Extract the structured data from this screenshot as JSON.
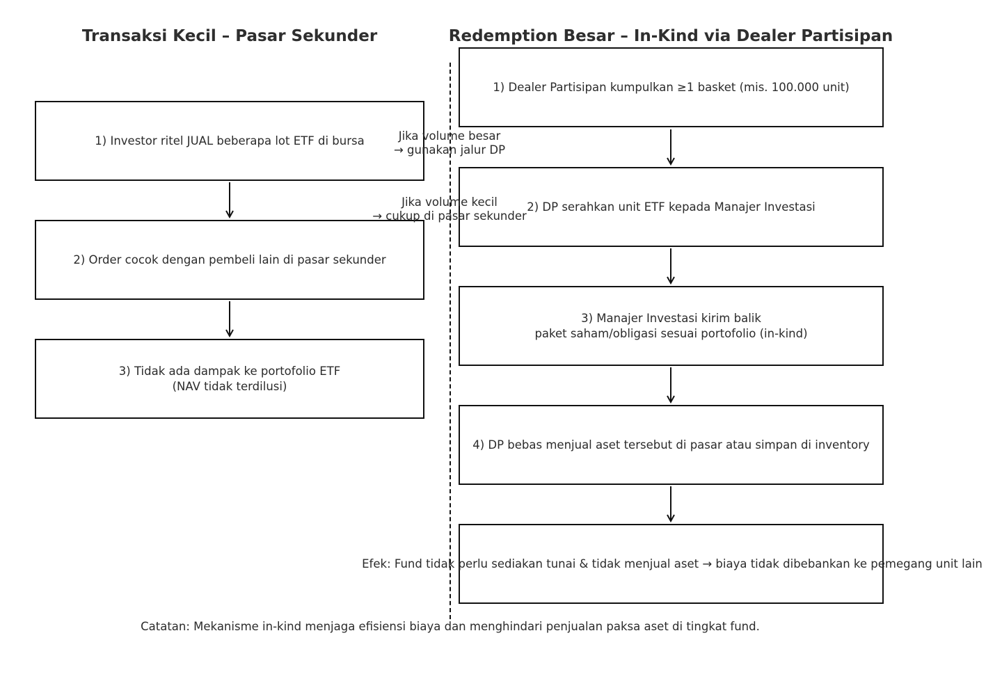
{
  "left_panel": {
    "title": "Transaksi Kecil – Pasar Sekunder",
    "steps": [
      "1) Investor ritel JUAL beberapa lot ETF di bursa",
      "2) Order cocok dengan pembeli lain di pasar sekunder",
      "3) Tidak ada dampak ke portofolio ETF\n(NAV tidak terdilusi)"
    ]
  },
  "right_panel": {
    "title": "Redemption Besar – In-Kind via Dealer Partisipan",
    "steps": [
      "1) Dealer Partisipan kumpulkan ≥1 basket (mis. 100.000 unit)",
      "2) DP serahkan unit ETF kepada Manajer Investasi",
      "3) Manajer Investasi kirim balik\npaket saham/obligasi sesuai portofolio (in-kind)",
      "4) DP bebas menjual aset tersebut di pasar atau simpan di inventory",
      "Efek: Fund tidak perlu sediakan tunai & tidak menjual aset → biaya tidak dibebankan ke pemegang unit lain"
    ]
  },
  "routes": {
    "large": "Jika volume besar\n→ gunakan jalur DP",
    "small": "Jika volume kecil\n→ cukup di pasar sekunder"
  },
  "note": "Catatan: Mekanisme in-kind menjaga efisiensi biaya dan menghindari penjualan paksa aset di tingkat fund."
}
